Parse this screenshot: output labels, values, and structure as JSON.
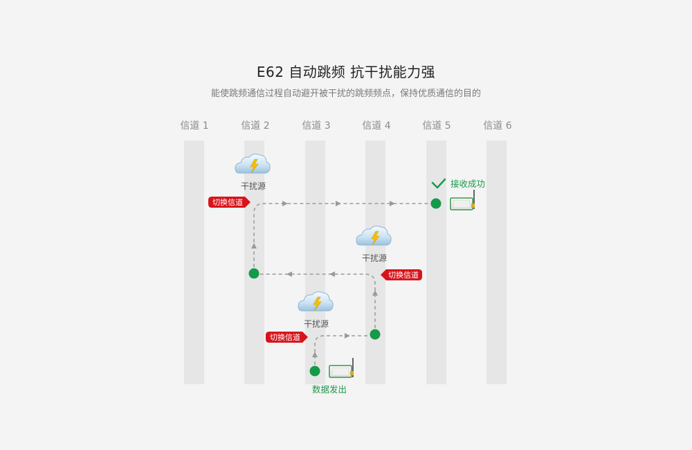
{
  "header": {
    "title": "E62 自动跳频 抗干扰能力强",
    "subtitle": "能使跳频通信过程自动避开被干扰的跳频频点，保持优质通信的目的"
  },
  "channels": [
    "信道 1",
    "信道 2",
    "信道 3",
    "信道 4",
    "信道 5",
    "信道 6"
  ],
  "interference": {
    "label": "干扰源",
    "icon": "lightning-cloud-icon"
  },
  "hops": {
    "label": "切换信道"
  },
  "sender": {
    "label": "数据发出",
    "icon": "radio-module-icon"
  },
  "receiver": {
    "label": "接收成功",
    "icon": "radio-module-icon",
    "status_icon": "checkmark-icon"
  },
  "colors": {
    "channel_band": "#e6e6e6",
    "node": "#15994a",
    "tag": "#d8141b",
    "path": "#9a9a9a",
    "success": "#1a9a4a"
  }
}
